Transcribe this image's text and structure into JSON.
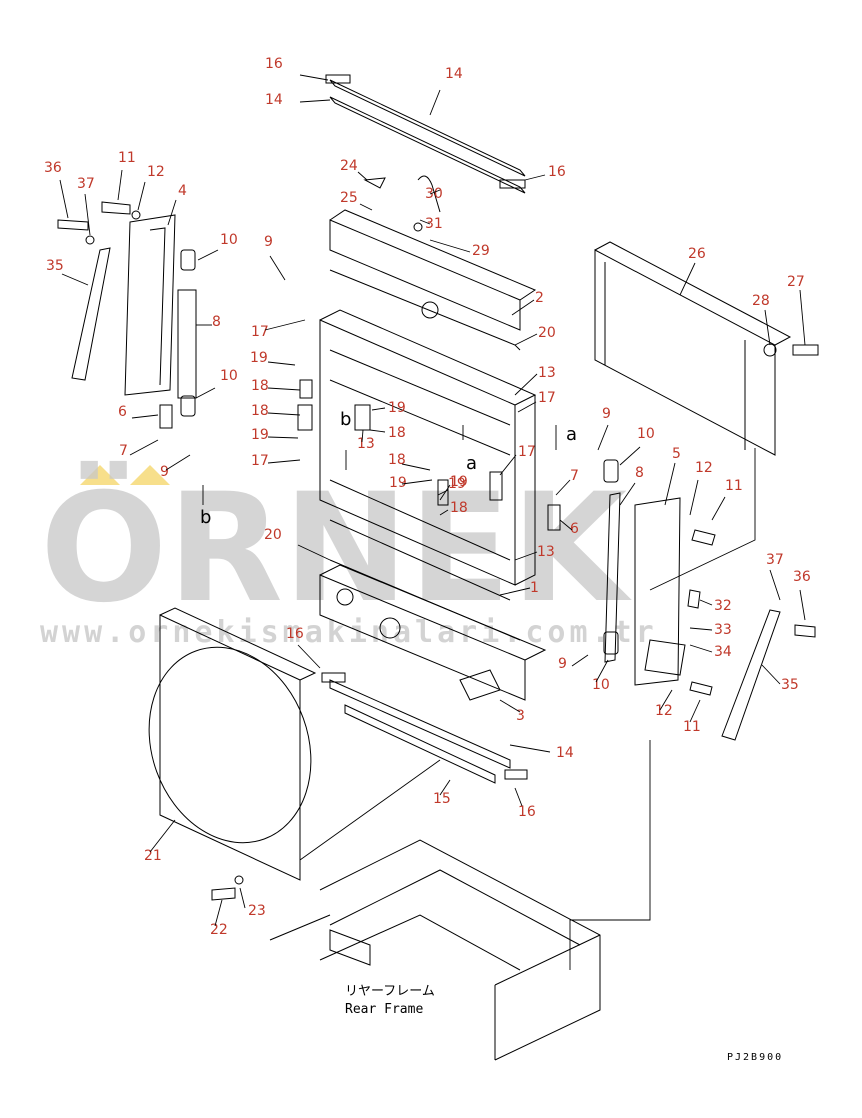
{
  "callouts": [
    {
      "n": "16"
    },
    {
      "n": "14"
    },
    {
      "n": "14"
    },
    {
      "n": "16"
    },
    {
      "n": "36"
    },
    {
      "n": "11"
    },
    {
      "n": "37"
    },
    {
      "n": "12"
    },
    {
      "n": "4"
    },
    {
      "n": "35"
    },
    {
      "n": "24"
    },
    {
      "n": "30"
    },
    {
      "n": "25"
    },
    {
      "n": "31"
    },
    {
      "n": "29"
    },
    {
      "n": "10"
    },
    {
      "n": "9"
    },
    {
      "n": "8"
    },
    {
      "n": "2"
    },
    {
      "n": "26"
    },
    {
      "n": "28"
    },
    {
      "n": "27"
    },
    {
      "n": "17"
    },
    {
      "n": "20"
    },
    {
      "n": "19"
    },
    {
      "n": "10"
    },
    {
      "n": "18"
    },
    {
      "n": "19"
    },
    {
      "n": "18"
    },
    {
      "n": "13"
    },
    {
      "n": "17"
    },
    {
      "n": "6"
    },
    {
      "n": "18"
    },
    {
      "n": "19"
    },
    {
      "n": "13"
    },
    {
      "n": "9"
    },
    {
      "n": "7"
    },
    {
      "n": "9"
    },
    {
      "n": "19"
    },
    {
      "n": "17"
    },
    {
      "n": "18"
    },
    {
      "n": "17"
    },
    {
      "n": "10"
    },
    {
      "n": "19"
    },
    {
      "n": "18"
    },
    {
      "n": "19"
    },
    {
      "n": "8"
    },
    {
      "n": "5"
    },
    {
      "n": "12"
    },
    {
      "n": "7"
    },
    {
      "n": "11"
    },
    {
      "n": "6"
    },
    {
      "n": "20"
    },
    {
      "n": "13"
    },
    {
      "n": "1"
    },
    {
      "n": "37"
    },
    {
      "n": "36"
    },
    {
      "n": "32"
    },
    {
      "n": "33"
    },
    {
      "n": "9"
    },
    {
      "n": "16"
    },
    {
      "n": "34"
    },
    {
      "n": "35"
    },
    {
      "n": "10"
    },
    {
      "n": "12"
    },
    {
      "n": "3"
    },
    {
      "n": "11"
    },
    {
      "n": "14"
    },
    {
      "n": "15"
    },
    {
      "n": "16"
    },
    {
      "n": "21"
    },
    {
      "n": "22"
    },
    {
      "n": "23"
    }
  ],
  "view_markers": [
    {
      "n": "a"
    },
    {
      "n": "a"
    },
    {
      "n": "b"
    },
    {
      "n": "b"
    }
  ],
  "caption": {
    "jp": "リヤーフレーム",
    "en": "Rear Frame"
  },
  "drawing_code": "PJ2B900",
  "watermark": {
    "text": "ÖRNEK",
    "url": "www.ornekismakinalari.com.tr"
  },
  "colors": {
    "callout": "#c0392b",
    "watermark": "#c8c8c8",
    "accent": "#f5d76e"
  }
}
